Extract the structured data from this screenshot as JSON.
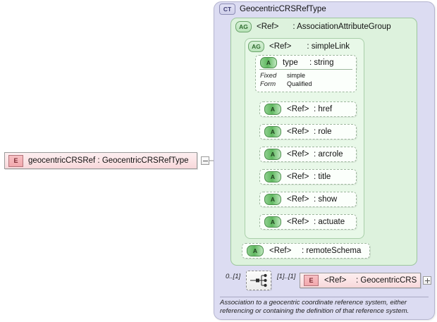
{
  "root_element": {
    "badge": "E",
    "label": "geocentricCRSRef : GeocentricCRSRefType",
    "toggle": "minus"
  },
  "complex_type": {
    "badge": "CT",
    "title": "GeocentricCRSRefType"
  },
  "attribute_group_outer": {
    "badge": "AG",
    "ref": "<Ref>",
    "type": ": AssociationAttributeGroup"
  },
  "attribute_group_inner": {
    "badge": "AG",
    "ref": "<Ref>",
    "type": ": simpleLink"
  },
  "attributes": [
    {
      "badge": "A",
      "name": "type",
      "type": ": string"
    },
    {
      "badge": "A",
      "name": "<Ref>",
      "type": ": href"
    },
    {
      "badge": "A",
      "name": "<Ref>",
      "type": ": role"
    },
    {
      "badge": "A",
      "name": "<Ref>",
      "type": ": arcrole"
    },
    {
      "badge": "A",
      "name": "<Ref>",
      "type": ": title"
    },
    {
      "badge": "A",
      "name": "<Ref>",
      "type": ": show"
    },
    {
      "badge": "A",
      "name": "<Ref>",
      "type": ": actuate"
    }
  ],
  "facets": [
    {
      "key": "Fixed",
      "value": "simple"
    },
    {
      "key": "Form",
      "value": "Qualified"
    }
  ],
  "remote_schema_attribute": {
    "badge": "A",
    "name": "<Ref>",
    "type": ": remoteSchema"
  },
  "compositor": {
    "kind": "sequence-icon",
    "cardinality_left": "0..[1]",
    "cardinality_right": "[1]..[1]"
  },
  "child_element": {
    "badge": "E",
    "name": "<Ref>",
    "type": ": GeocentricCRS",
    "toggle": "plus"
  },
  "annotation": {
    "text": "Association to a geocentric coordinate reference system, either referencing or containing the definition of that reference system."
  },
  "colors": {
    "element_fill": "#fbe3e5",
    "element_badge": "#f2a8ad",
    "complex_type_panel": "#dcdcf2",
    "attribute_group_outer": "#ddf2dd",
    "attribute_group_inner": "#e8f8e8",
    "attribute_row_fill": "#fbfffb",
    "attribute_badge": "#5fb85f",
    "line": "#8e8e8e"
  }
}
